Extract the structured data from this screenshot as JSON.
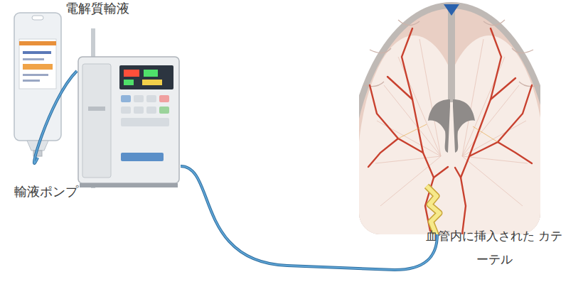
{
  "diagram": {
    "nodes": [
      {
        "text": [
          "電解質輸液"
        ]
      },
      {
        "text": [
          "輸液ポンプ"
        ]
      },
      {
        "text": [
          "血管内に挿入された カテーテル"
        ]
      }
    ],
    "edges": [
      {
        "from": 0,
        "to": 1,
        "arrow": "none"
      },
      {
        "from": 1,
        "to": 2,
        "arrow": "none"
      }
    ]
  }
}
